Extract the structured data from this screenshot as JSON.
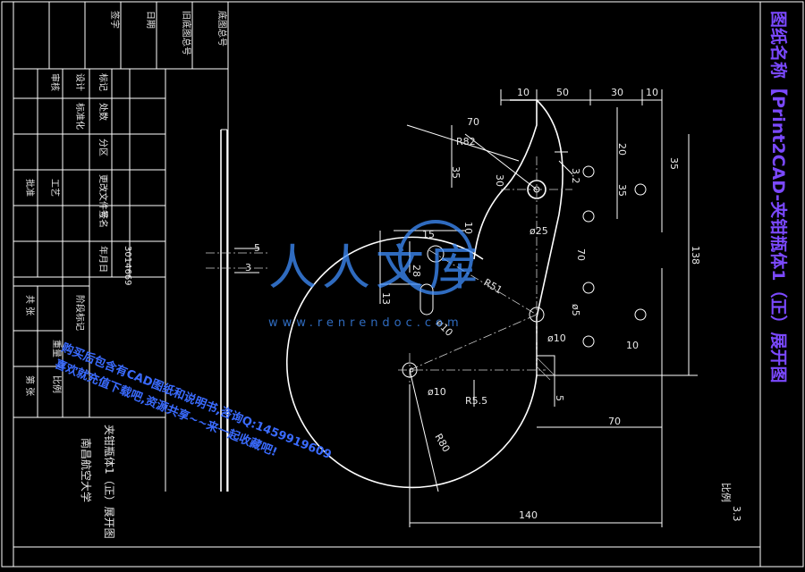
{
  "title": {
    "main": "图纸名称【Print2CAD-夹钳瓶体1（正）展开图",
    "scale": "比例",
    "scale_value": "3.3"
  },
  "watermark": {
    "brand": "人人文库",
    "url": "www.renrendoc.com"
  },
  "stamp": {
    "lines": [
      "购买后包含有CAD图纸和说明书,咨询Q:1459919609",
      "喜欢就充值下载吧,资源共享~~来一起收藏吧!"
    ]
  },
  "title_block": {
    "top_row": [
      "底图总号",
      "旧底图总号",
      "日期",
      "签字"
    ],
    "rows": [
      [
        "标记",
        "处数",
        "分区",
        "更改文件号",
        "签名",
        "年月日"
      ],
      [
        "设计",
        "标准化",
        "阶段标记",
        "重量",
        "比例"
      ],
      [
        "审核",
        "工艺",
        "批准",
        "共 张",
        "第 张"
      ],
      [
        "3014669"
      ]
    ],
    "drawing_name": "夹钳瓶体1（正）展开图",
    "school": "南昌航空大学"
  },
  "dimensions": {
    "top": [
      "10",
      "50",
      "30",
      "10"
    ],
    "labels": [
      "70",
      "R82",
      "35",
      "35",
      "20",
      "35",
      "30",
      "3.2",
      "ø25",
      "70",
      "138",
      "15",
      "10",
      "28",
      "13",
      "ø10",
      "R80",
      "70",
      "140",
      "R51",
      "5",
      "5",
      "3",
      "R5.5",
      "ø10",
      "ø10",
      "ø5",
      "10"
    ]
  },
  "colors": {
    "line": "#ffffff",
    "title_text": "#7b49ff",
    "watermark": "#3f8fff",
    "stamp": "#3a6bff"
  }
}
